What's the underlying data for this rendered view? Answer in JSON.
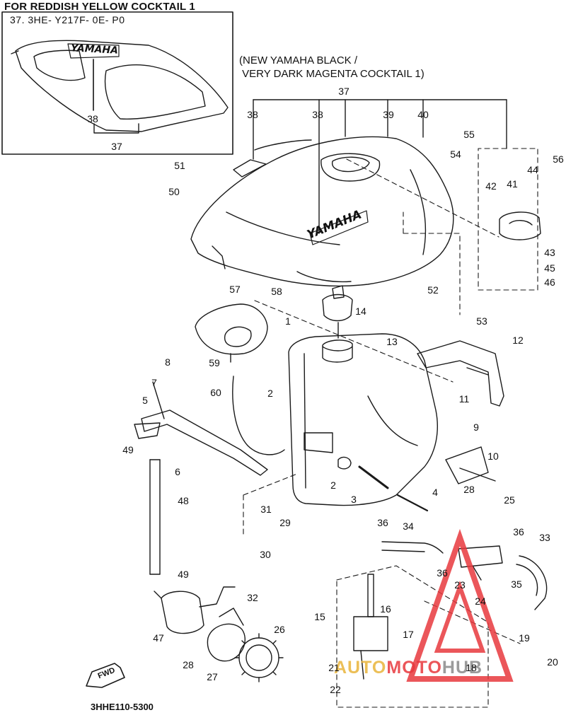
{
  "inset": {
    "title": "FOR REDDISH YELLOW COCKTAIL 1",
    "part_number": "37. 3HE- Y217F- 0E- P0",
    "emblem_text": "YAMAHA"
  },
  "variant_note": "(NEW YAMAHA BLACK /\n VERY DARK MAGENTA COCKTAIL 1)",
  "tank_emblem": "YAMAHA",
  "front_label": "FWD",
  "diagram_code": "3HHE110-5300",
  "watermark": {
    "part1": "AUTO",
    "part2": "MOTO",
    "part3": "HUB"
  },
  "colors": {
    "line": "#1a1a1a",
    "watermark_red": "#e8383d",
    "watermark_gold": "#e9b53a",
    "watermark_grey": "#8a8a8a"
  },
  "callouts": [
    {
      "id": "c37i",
      "label": "37"
    },
    {
      "id": "c38i",
      "label": "38"
    },
    {
      "id": "c37",
      "label": "37"
    },
    {
      "id": "c38a",
      "label": "38"
    },
    {
      "id": "c38b",
      "label": "38"
    },
    {
      "id": "c39",
      "label": "39"
    },
    {
      "id": "c40",
      "label": "40"
    },
    {
      "id": "c55",
      "label": "55"
    },
    {
      "id": "c54",
      "label": "54"
    },
    {
      "id": "c56",
      "label": "56"
    },
    {
      "id": "c44",
      "label": "44"
    },
    {
      "id": "c42",
      "label": "42"
    },
    {
      "id": "c41",
      "label": "41"
    },
    {
      "id": "c43",
      "label": "43"
    },
    {
      "id": "c45",
      "label": "45"
    },
    {
      "id": "c46",
      "label": "46"
    },
    {
      "id": "c51",
      "label": "51"
    },
    {
      "id": "c50",
      "label": "50"
    },
    {
      "id": "c57",
      "label": "57"
    },
    {
      "id": "c58",
      "label": "58"
    },
    {
      "id": "c14",
      "label": "14"
    },
    {
      "id": "c52",
      "label": "52"
    },
    {
      "id": "c1",
      "label": "1"
    },
    {
      "id": "c13",
      "label": "13"
    },
    {
      "id": "c53",
      "label": "53"
    },
    {
      "id": "c12",
      "label": "12"
    },
    {
      "id": "c11",
      "label": "11"
    },
    {
      "id": "c59",
      "label": "59"
    },
    {
      "id": "c8",
      "label": "8"
    },
    {
      "id": "c7",
      "label": "7"
    },
    {
      "id": "c60",
      "label": "60"
    },
    {
      "id": "c2a",
      "label": "2"
    },
    {
      "id": "c5",
      "label": "5"
    },
    {
      "id": "c49a",
      "label": "49"
    },
    {
      "id": "c6",
      "label": "6"
    },
    {
      "id": "c9",
      "label": "9"
    },
    {
      "id": "c10",
      "label": "10"
    },
    {
      "id": "c2b",
      "label": "2"
    },
    {
      "id": "c3",
      "label": "3"
    },
    {
      "id": "c4",
      "label": "4"
    },
    {
      "id": "c48",
      "label": "48"
    },
    {
      "id": "c28a",
      "label": "28"
    },
    {
      "id": "c25",
      "label": "25"
    },
    {
      "id": "c31",
      "label": "31"
    },
    {
      "id": "c29",
      "label": "29"
    },
    {
      "id": "c30",
      "label": "30"
    },
    {
      "id": "c36a",
      "label": "36"
    },
    {
      "id": "c34",
      "label": "34"
    },
    {
      "id": "c36b",
      "label": "36"
    },
    {
      "id": "c33",
      "label": "33"
    },
    {
      "id": "c49b",
      "label": "49"
    },
    {
      "id": "c36c",
      "label": "36"
    },
    {
      "id": "c23",
      "label": "23"
    },
    {
      "id": "c35",
      "label": "35"
    },
    {
      "id": "c24",
      "label": "24"
    },
    {
      "id": "c32",
      "label": "32"
    },
    {
      "id": "c16",
      "label": "16"
    },
    {
      "id": "c15",
      "label": "15"
    },
    {
      "id": "c47",
      "label": "47"
    },
    {
      "id": "c26",
      "label": "26"
    },
    {
      "id": "c17",
      "label": "17"
    },
    {
      "id": "c19",
      "label": "19"
    },
    {
      "id": "c28b",
      "label": "28"
    },
    {
      "id": "c27",
      "label": "27"
    },
    {
      "id": "c21",
      "label": "21"
    },
    {
      "id": "c18",
      "label": "18"
    },
    {
      "id": "c20",
      "label": "20"
    },
    {
      "id": "c22",
      "label": "22"
    }
  ]
}
